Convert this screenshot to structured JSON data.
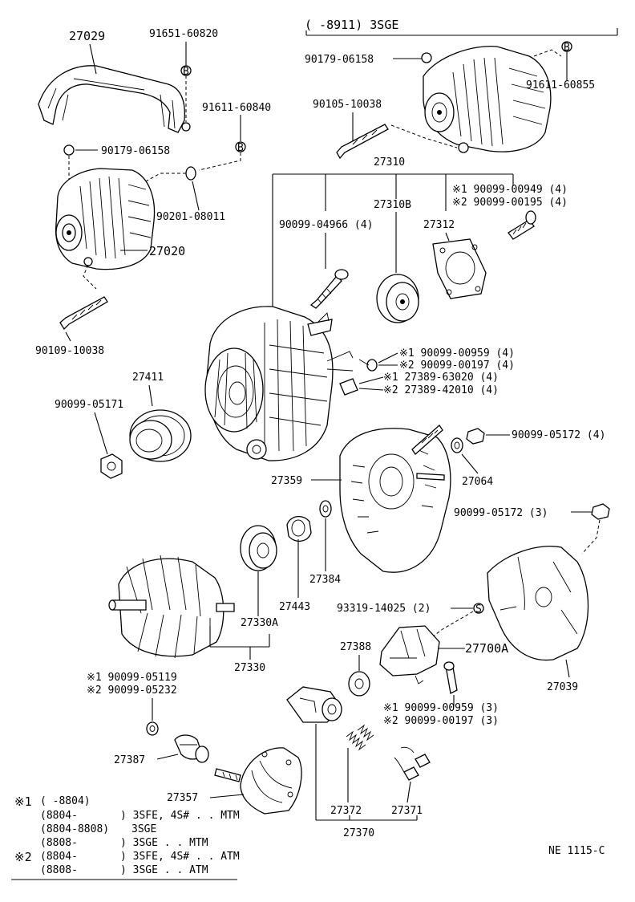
{
  "header_note": "(      -8911) 3SGE",
  "parts": {
    "p27029": "27029",
    "p91651_60820": "91651-60820",
    "p91611_60840": "91611-60840",
    "p90179_06158_a": "90179-06158",
    "p90201_08011": "90201-08011",
    "p27020": "27020",
    "p90109_10038": "90109-10038",
    "p27411": "27411",
    "p90099_05171": "90099-05171",
    "p90179_06158_b": "90179-06158",
    "p91611_60855": "91611-60855",
    "p90105_10038": "90105-10038",
    "p27310": "27310",
    "p90099_00949": "※1 90099-00949 (4)",
    "p90099_00195": "※2 90099-00195 (4)",
    "p90099_04966": "90099-04966 (4)",
    "p27310B": "27310B",
    "p27312": "27312",
    "p90099_00959_4": "※1  90099-00959 (4)",
    "p90099_00197_4": "※2  90099-00197 (4)",
    "p27389_63020": "※1  27389-63020 (4)",
    "p27389_42010": "※2  27389-42010 (4)",
    "p90099_05172_4": "90099-05172 (4)",
    "p27359": "27359",
    "p27064": "27064",
    "p90099_05172_3": "90099-05172 (3)",
    "p27384": "27384",
    "p27443": "27443",
    "p27330A": "27330A",
    "p27330": "27330",
    "p93319_14025": "93319-14025 (2)",
    "p27388": "27388",
    "p27700A": "27700A",
    "p27039": "27039",
    "p90099_05119": "※1  90099-05119",
    "p90099_05232": "※2  90099-05232",
    "p90099_00959_3": "※1  90099-00959 (3)",
    "p90099_00197_3": "※2  90099-00197 (3)",
    "p27387": "27387",
    "p27357": "27357",
    "p27372": "27372",
    "p27371": "27371",
    "p27370": "27370"
  },
  "callouts": {
    "b": "B",
    "s": "S"
  },
  "notes": {
    "m1": "※1",
    "m2": "※2",
    "r1_code": "(        -8804)",
    "r1_desc": "",
    "r2_code": "(8804-",
    "r2_desc": ") 3SFE, 4S# . . MTM",
    "r3_code": "(8804-8808)",
    "r3_desc": "3SGE",
    "r4_code": "(8808-",
    "r4_desc": ") 3SGE . . MTM",
    "r5_code": "(8804-",
    "r5_desc": ") 3SFE, 4S# . . ATM",
    "r6_code": "(8808-",
    "r6_desc": ") 3SGE . . ATM"
  },
  "figure_id": "NE 1115-C"
}
